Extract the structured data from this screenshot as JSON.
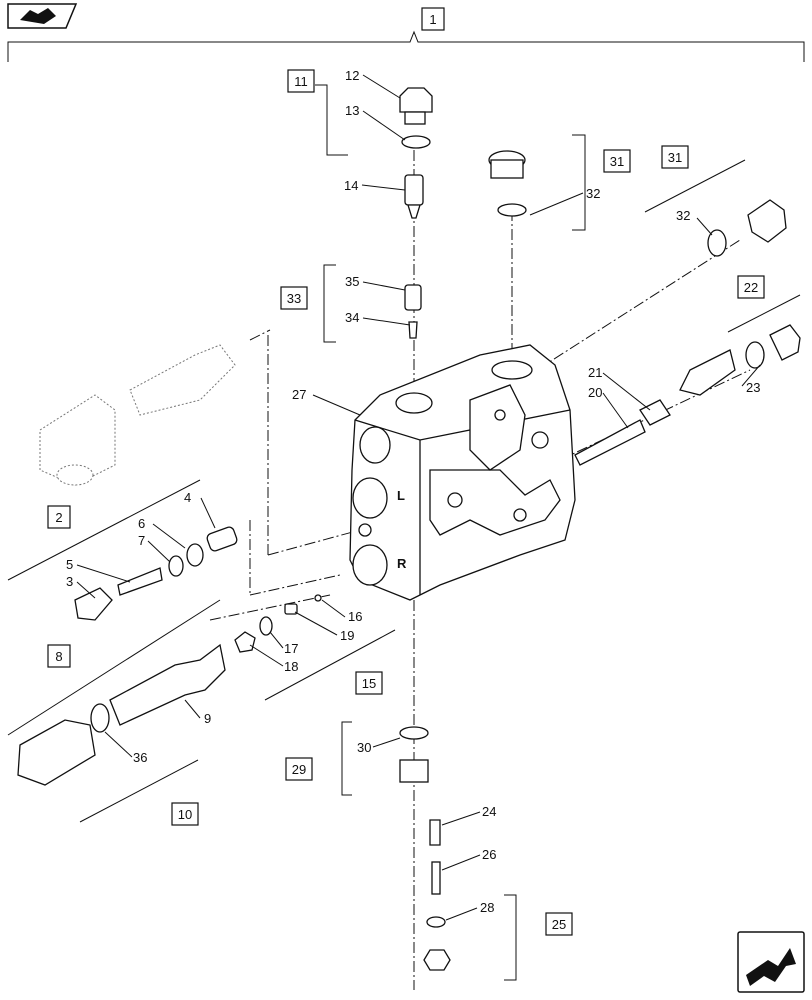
{
  "icons": {
    "top_left": "book-arrow-icon",
    "bottom_right": "next-page-arrow-icon"
  },
  "assembly_boxes": [
    "1",
    "11",
    "31",
    "31",
    "33",
    "22",
    "2",
    "8",
    "15",
    "29",
    "10",
    "25"
  ],
  "part_labels": [
    "12",
    "13",
    "14",
    "32",
    "32",
    "35",
    "34",
    "27",
    "21",
    "20",
    "23",
    "4",
    "6",
    "7",
    "5",
    "3",
    "16",
    "17",
    "19",
    "18",
    "9",
    "36",
    "30",
    "24",
    "26",
    "28"
  ],
  "body_letters": [
    "L",
    "R"
  ]
}
